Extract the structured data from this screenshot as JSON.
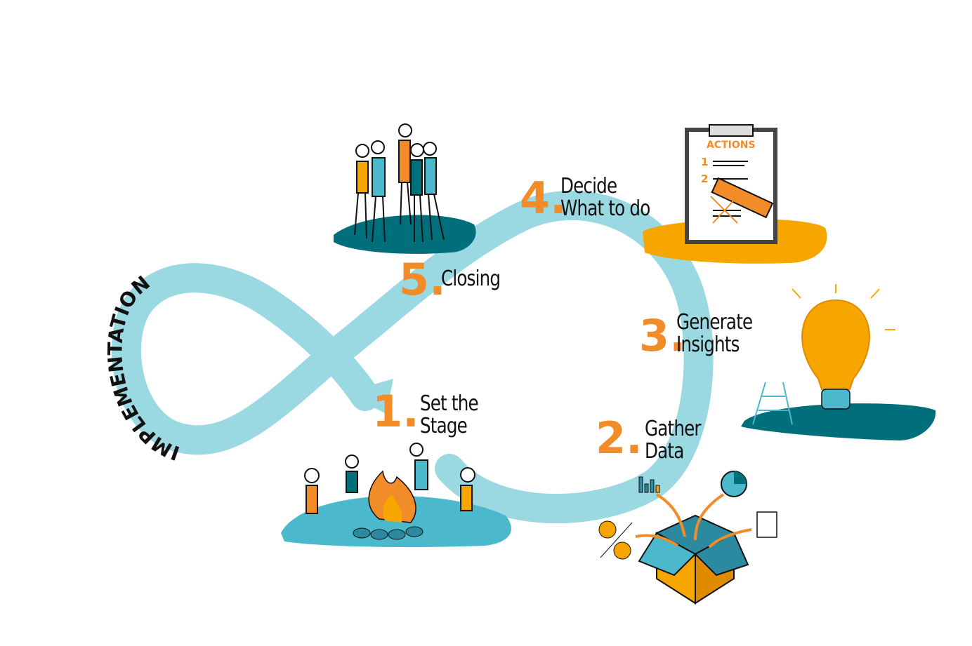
{
  "cycle_label": "IMPLEMENTATION",
  "steps": [
    {
      "number": "1",
      "label_line1": "Set the",
      "label_line2": "Stage"
    },
    {
      "number": "2",
      "label_line1": "Gather",
      "label_line2": "Data"
    },
    {
      "number": "3",
      "label_line1": "Generate",
      "label_line2": "Insights"
    },
    {
      "number": "4",
      "label_line1": "Decide",
      "label_line2": "What to do"
    },
    {
      "number": "5",
      "label_line1": "Closing",
      "label_line2": ""
    }
  ],
  "clipboard": {
    "title": "ACTIONS",
    "items": [
      "1",
      "2"
    ]
  },
  "colors": {
    "band": "#9ad8e2",
    "orange": "#f28c28",
    "teal": "#006f7c",
    "light_teal": "#4cb8cc",
    "yellow": "#f7a600"
  }
}
